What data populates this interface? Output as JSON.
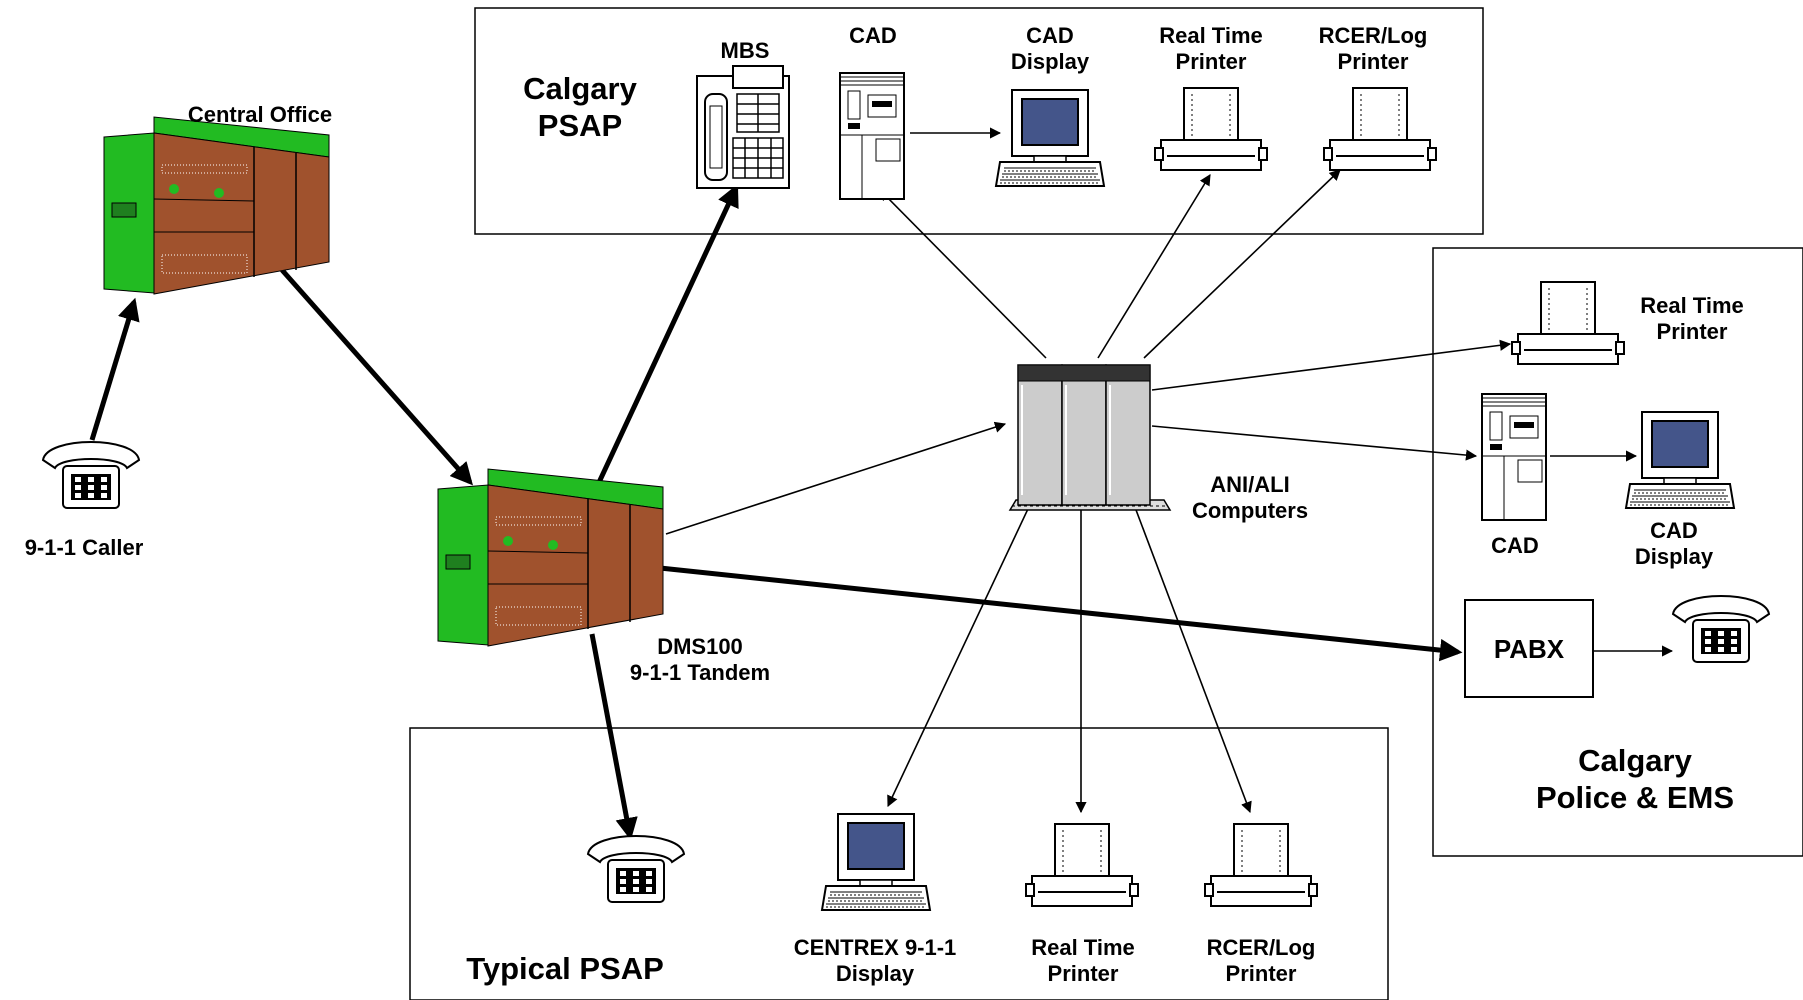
{
  "calgary_psap": {
    "title_line1": "Calgary",
    "title_line2": "PSAP",
    "mbs": "MBS",
    "cad": "CAD",
    "cad_display_line1": "CAD",
    "cad_display_line2": "Display",
    "real_time_printer_line1": "Real Time",
    "real_time_printer_line2": "Printer",
    "rcer_log_printer_line1": "RCER/Log",
    "rcer_log_printer_line2": "Printer"
  },
  "central_office": {
    "label": "Central Office"
  },
  "caller": {
    "label": "9-1-1 Caller"
  },
  "tandem": {
    "label_line1": "DMS100",
    "label_line2": "9-1-1 Tandem"
  },
  "ani_ali": {
    "label_line1": "ANI/ALI",
    "label_line2": "Computers"
  },
  "police_ems": {
    "title_line1": "Calgary",
    "title_line2": "Police & EMS",
    "real_time_printer_line1": "Real Time",
    "real_time_printer_line2": "Printer",
    "cad": "CAD",
    "cad_display_line1": "CAD",
    "cad_display_line2": "Display",
    "pabx": "PABX"
  },
  "typical_psap": {
    "title": "Typical PSAP",
    "centrex_line1": "CENTREX 9-1-1",
    "centrex_line2": "Display",
    "real_time_printer_line1": "Real Time",
    "real_time_printer_line2": "Printer",
    "rcer_log_printer_line1": "RCER/Log",
    "rcer_log_printer_line2": "Printer"
  },
  "colors": {
    "switch_green": "#22bb22",
    "switch_brown": "#a0522d",
    "monitor_blue": "#44558a",
    "line": "#000000"
  }
}
